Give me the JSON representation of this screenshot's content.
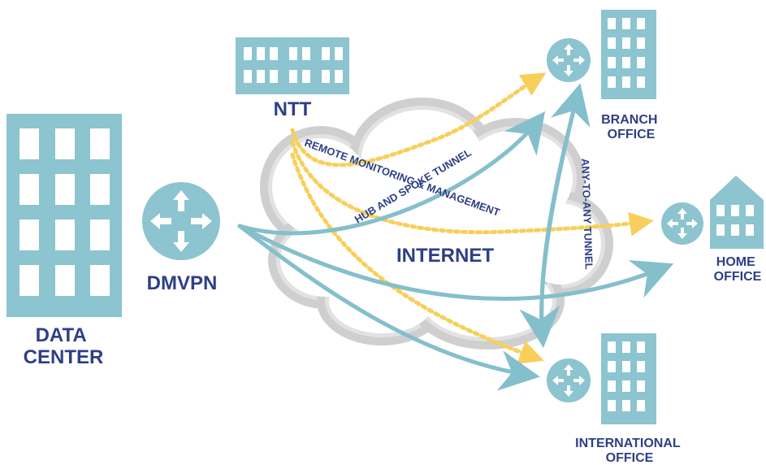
{
  "colors": {
    "building": "#8cc4cf",
    "label": "#2e3f86",
    "tunnel": "#84bfcc",
    "management": "#f8cf5a",
    "cloud": "#e2e2e2",
    "cloud_outline": "#cfcfcf"
  },
  "icons": [
    "data-center-building-icon",
    "ntt-building-icon",
    "branch-office-building-icon",
    "home-office-house-icon",
    "international-office-building-icon",
    "router-icon"
  ],
  "nodes": {
    "data_center": "DATA\nCENTER",
    "dmvpn": "DMVPN",
    "ntt": "NTT",
    "branch": "BRANCH\nOFFICE",
    "home": "HOME\nOFFICE",
    "international": "INTERNATIONAL\nOFFICE",
    "internet": "INTERNET"
  },
  "paths": {
    "remote_monitoring": "REMOTE MONITORING & MANAGEMENT",
    "hub_spoke": "HUB AND SPOKE TUNNEL",
    "any_to_any": "ANY-TO-ANY TUNNEL"
  }
}
